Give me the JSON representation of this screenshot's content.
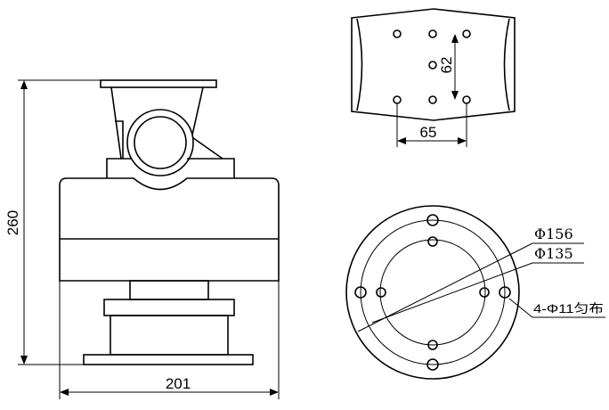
{
  "dimensions": {
    "height_260": "260",
    "width_201": "201",
    "hole_spacing_62": "62",
    "hole_spacing_65": "65",
    "diameter_156": "Φ156",
    "diameter_135": "Φ135",
    "holes_note": "4-Φ11匀布"
  },
  "colors": {
    "line": "#000000",
    "background": "#ffffff"
  }
}
